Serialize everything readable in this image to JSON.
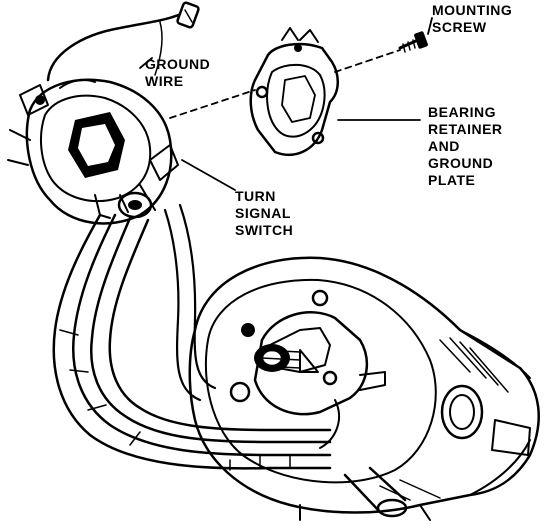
{
  "labels": {
    "mounting_screw": [
      "MOUNTING",
      "SCREW"
    ],
    "ground_wire": [
      "GROUND",
      "WIRE"
    ],
    "bearing_retainer": [
      "BEARING",
      "RETAINER",
      "AND",
      "GROUND",
      "PLATE"
    ],
    "turn_signal_switch": [
      "TURN",
      "SIGNAL",
      "SWITCH"
    ]
  },
  "colors": {
    "ink": "#000000",
    "paper": "#ffffff"
  }
}
